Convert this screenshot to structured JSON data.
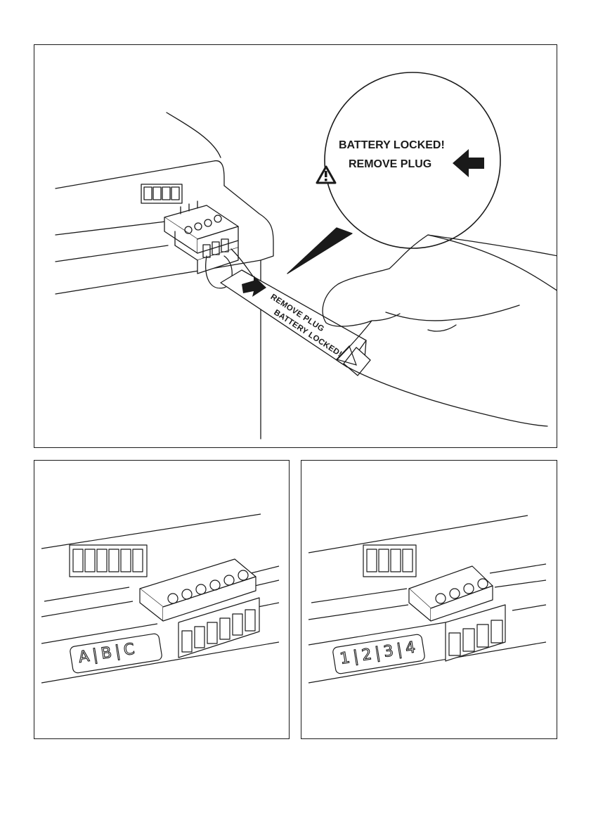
{
  "top_panel": {
    "callout": {
      "line1": "BATTERY LOCKED!",
      "line2": "REMOVE PLUG"
    },
    "tag": {
      "line1": "BATTERY LOCKED!",
      "line2": "REMOVE PLUG"
    }
  },
  "left_panel": {
    "label_plate": "A|B|C",
    "connector_pins": 6
  },
  "right_panel": {
    "label_plate": "1|2|3|4",
    "connector_pins": 4
  }
}
